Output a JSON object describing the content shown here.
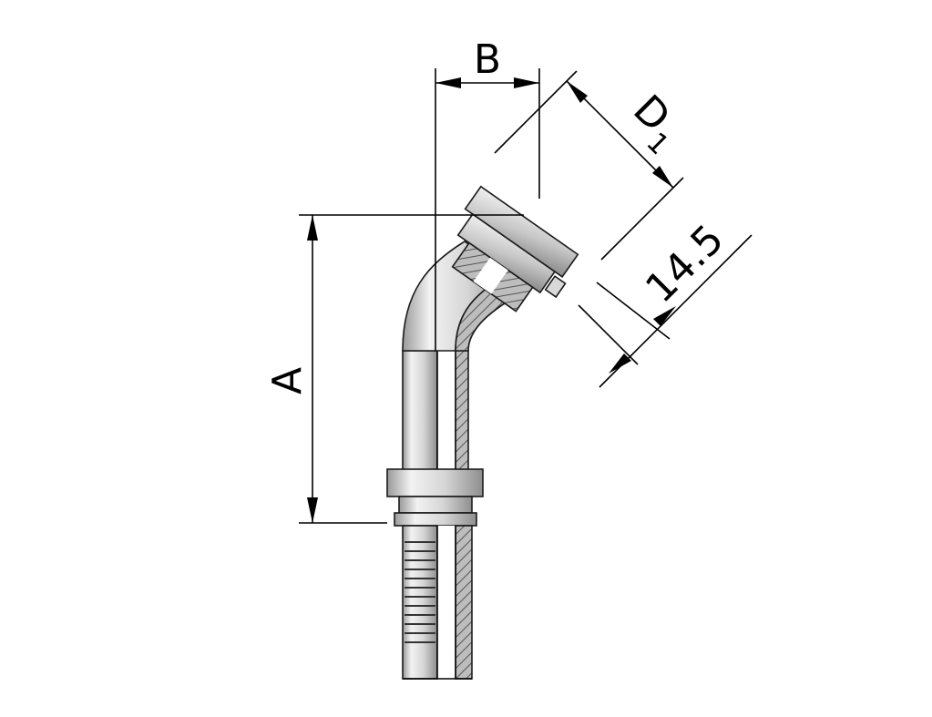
{
  "dimensions": {
    "a_label": "A",
    "b_label": "B",
    "d_label": "D",
    "d_subscript": "1",
    "angle_dim_label": "14.5"
  },
  "colors": {
    "metal_light": "#f4f4f4",
    "metal_mid": "#bdbdbd",
    "metal_dark": "#7a7a7a",
    "section": "#8c8c8c",
    "line": "#000000"
  }
}
